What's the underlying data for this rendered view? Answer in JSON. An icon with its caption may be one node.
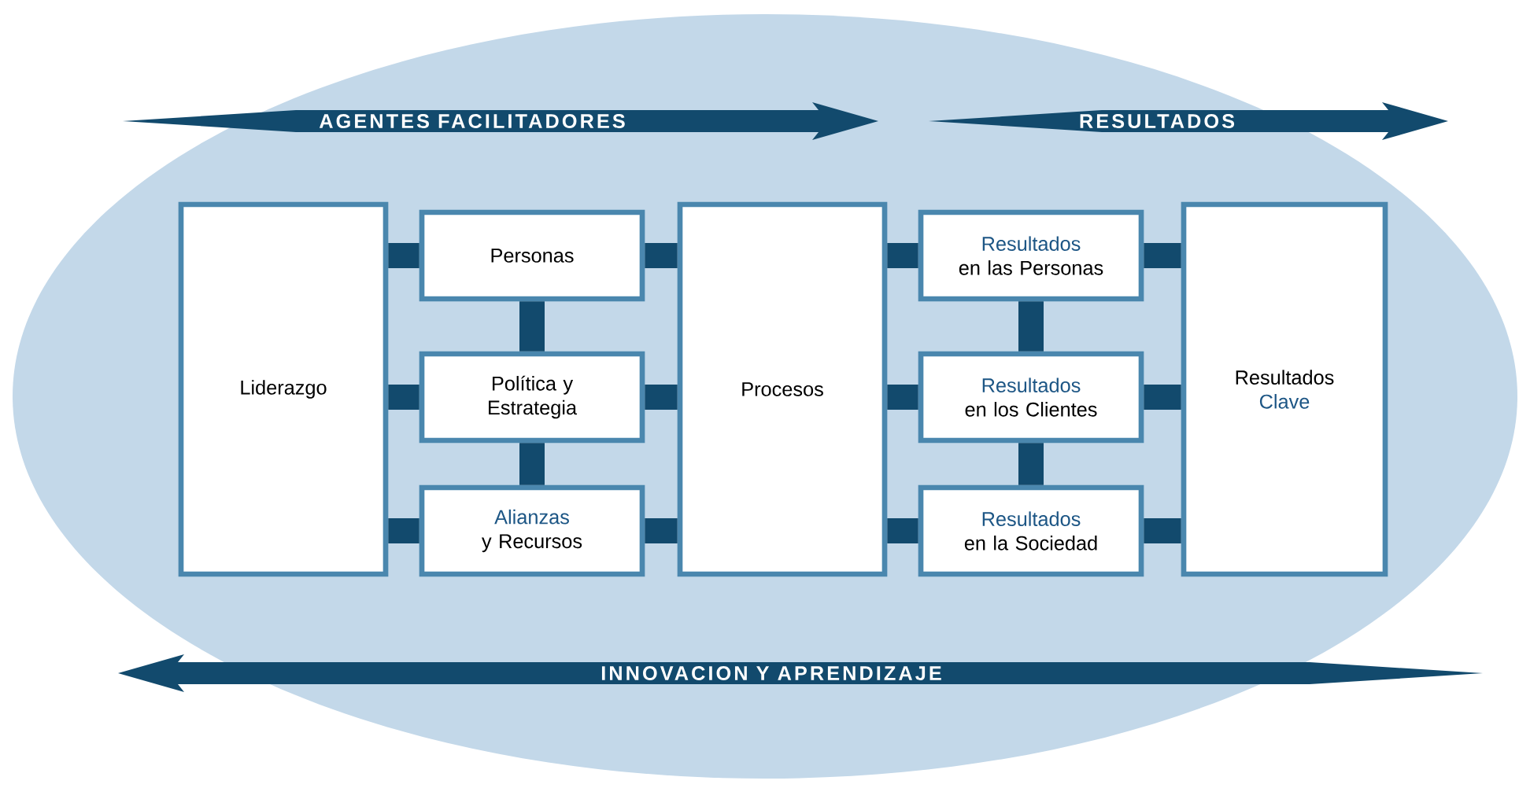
{
  "diagram": {
    "nodes": [
      {
        "text": [
          "Liderazgo"
        ]
      },
      {
        "text": [
          "Personas"
        ]
      },
      {
        "text": [
          "Política y Estrategia"
        ]
      },
      {
        "text": [
          "Alianzas",
          "y Recursos"
        ]
      },
      {
        "text": [
          "Procesos"
        ]
      },
      {
        "text": [
          "Resultados",
          "en las Personas"
        ]
      },
      {
        "text": [
          "Resultados",
          "en los Clientes"
        ]
      },
      {
        "text": [
          "Resultados",
          "en la Sociedad"
        ]
      },
      {
        "text": [
          "Resultados",
          "Clave"
        ]
      }
    ],
    "edges": [
      {
        "from": 0,
        "to": 1,
        "arrow": "none"
      },
      {
        "from": 0,
        "to": 2,
        "arrow": "none"
      },
      {
        "from": 0,
        "to": 3,
        "arrow": "none"
      },
      {
        "from": 1,
        "to": 2,
        "arrow": "none"
      },
      {
        "from": 2,
        "to": 3,
        "arrow": "none"
      },
      {
        "from": 1,
        "to": 4,
        "arrow": "none"
      },
      {
        "from": 2,
        "to": 4,
        "arrow": "none"
      },
      {
        "from": 3,
        "to": 4,
        "arrow": "none"
      },
      {
        "from": 4,
        "to": 5,
        "arrow": "none"
      },
      {
        "from": 4,
        "to": 6,
        "arrow": "none"
      },
      {
        "from": 4,
        "to": 7,
        "arrow": "none"
      },
      {
        "from": 5,
        "to": 6,
        "arrow": "none"
      },
      {
        "from": 6,
        "to": 7,
        "arrow": "none"
      },
      {
        "from": 5,
        "to": 8,
        "arrow": "none"
      },
      {
        "from": 6,
        "to": 8,
        "arrow": "none"
      },
      {
        "from": 7,
        "to": 8,
        "arrow": "none"
      }
    ],
    "labels": [
      "AGENTES FACILITADORES",
      "RESULTADOS",
      "INNOVACION Y APRENDIZAJE"
    ]
  }
}
